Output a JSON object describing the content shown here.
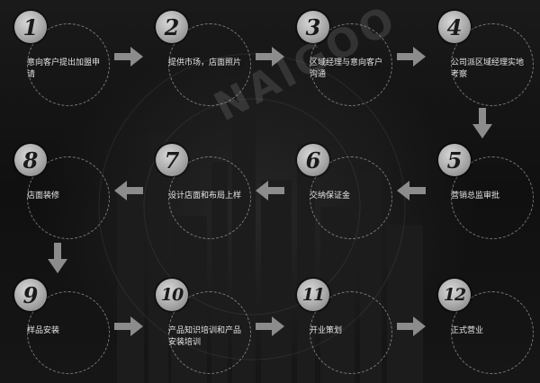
{
  "watermark": "NAIGOO",
  "steps": [
    {
      "number": "1",
      "label": "意向客户提出加盟申请"
    },
    {
      "number": "2",
      "label": "提供市场，店面照片"
    },
    {
      "number": "3",
      "label": "区域经理与意向客户沟通"
    },
    {
      "number": "4",
      "label": "公司派区域经理实地考察"
    },
    {
      "number": "5",
      "label": "营销总监审批"
    },
    {
      "number": "6",
      "label": "交纳保证金"
    },
    {
      "number": "7",
      "label": "设计店面和布局上样"
    },
    {
      "number": "8",
      "label": "店面装修"
    },
    {
      "number": "9",
      "label": "样品安装"
    },
    {
      "number": "10",
      "label": "产品知识培训和产品安装培训"
    },
    {
      "number": "11",
      "label": "开业策划"
    },
    {
      "number": "12",
      "label": "正式营业"
    }
  ],
  "colors": {
    "badge": "#b0b0b0",
    "arrow": "#8c8c8c",
    "text": "#e6e6e6"
  }
}
